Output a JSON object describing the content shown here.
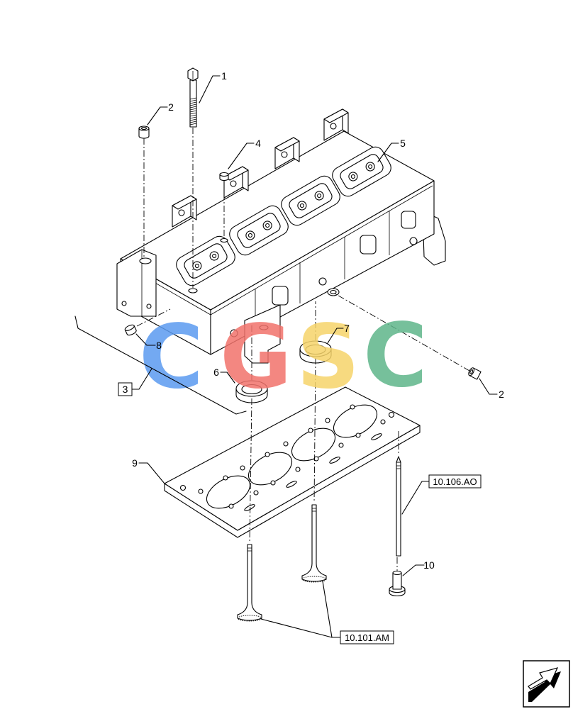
{
  "diagram": {
    "callouts": {
      "bolt": "1",
      "cap_upper": "2",
      "cap_right": "2",
      "head_assembly": "3",
      "plug": "4",
      "cylinder_head": "5",
      "seal_left": "6",
      "seal_right": "7",
      "plug_left": "8",
      "gasket": "9",
      "guide": "10"
    },
    "references": {
      "guide_ref": "10.106.AO",
      "valves_ref": "10.101.AM"
    }
  },
  "watermark": {
    "letters": [
      "C",
      "G",
      "S",
      "C"
    ],
    "colors": [
      "#5b9bf0",
      "#f2736c",
      "#f6d46a",
      "#5fb68a"
    ]
  },
  "icons": {
    "next_page": "next-page-arrow-icon"
  }
}
